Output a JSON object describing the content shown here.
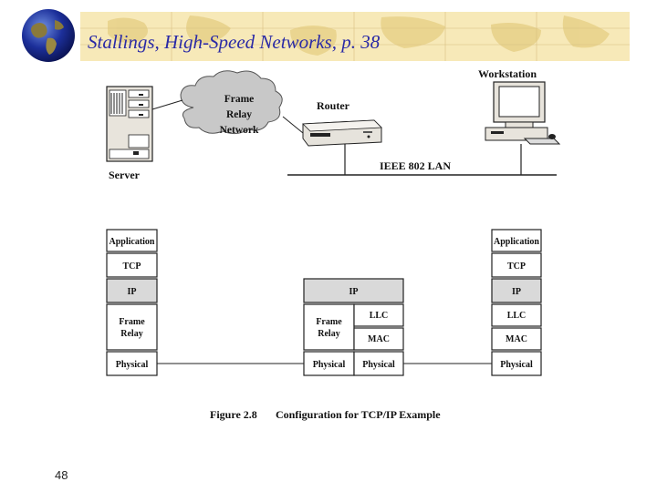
{
  "slide": {
    "title": "Stallings, High-Speed Networks, p. 38",
    "page_number": "48"
  },
  "topology": {
    "workstation": "Workstation",
    "router": "Router",
    "server": "Server",
    "lan": "IEEE 802 LAN",
    "cloud_line1": "Frame",
    "cloud_line2": "Relay",
    "cloud_line3": "Network"
  },
  "stacks": {
    "server": {
      "application": "Application",
      "tcp": "TCP",
      "ip": "IP",
      "frame_relay_line1": "Frame",
      "frame_relay_line2": "Relay",
      "physical": "Physical"
    },
    "router": {
      "ip": "IP",
      "frame_relay_line1": "Frame",
      "frame_relay_line2": "Relay",
      "llc": "LLC",
      "mac": "MAC",
      "physical_left": "Physical",
      "physical_right": "Physical"
    },
    "workstation": {
      "application": "Application",
      "tcp": "TCP",
      "ip": "IP",
      "llc": "LLC",
      "mac": "MAC",
      "physical": "Physical"
    }
  },
  "caption": {
    "figure": "Figure 2.8",
    "text": "Configuration for TCP/IP Example"
  },
  "colors": {
    "title": "#2a2aa6",
    "banner": "#f7e9b8",
    "shaded_cell": "#d9d9d9",
    "cloud": "#c8c8c8"
  }
}
